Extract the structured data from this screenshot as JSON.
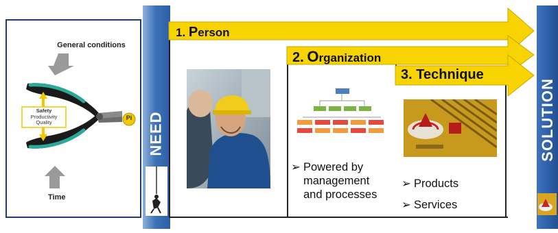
{
  "left_panel": {
    "top_label": "General conditions",
    "bottom_label": "Time",
    "center_lines": [
      "Safety",
      "Productivity",
      "Quality"
    ],
    "logo_text": "Pi"
  },
  "need_label": "NEED",
  "solution_label": "SOLUTION",
  "steps": [
    {
      "number": "1.",
      "initial": "P",
      "rest": "erson"
    },
    {
      "number": "2.",
      "initial": "O",
      "rest": "rganization"
    },
    {
      "number": "3.",
      "rest": "Technique"
    }
  ],
  "organization": {
    "bullet_lines": [
      "Powered by",
      "management",
      "and processes"
    ]
  },
  "technique": {
    "bullets": [
      "Products",
      "Services"
    ]
  },
  "colors": {
    "arrow_yellow": "#f7d300",
    "arrow_edge": "#c9a800",
    "blue_bar": "#2b5ea6",
    "chart_red": "#e8473d",
    "chart_orange": "#f39a3c",
    "chart_blue": "#4a7fc1",
    "chart_green": "#7cb342"
  }
}
